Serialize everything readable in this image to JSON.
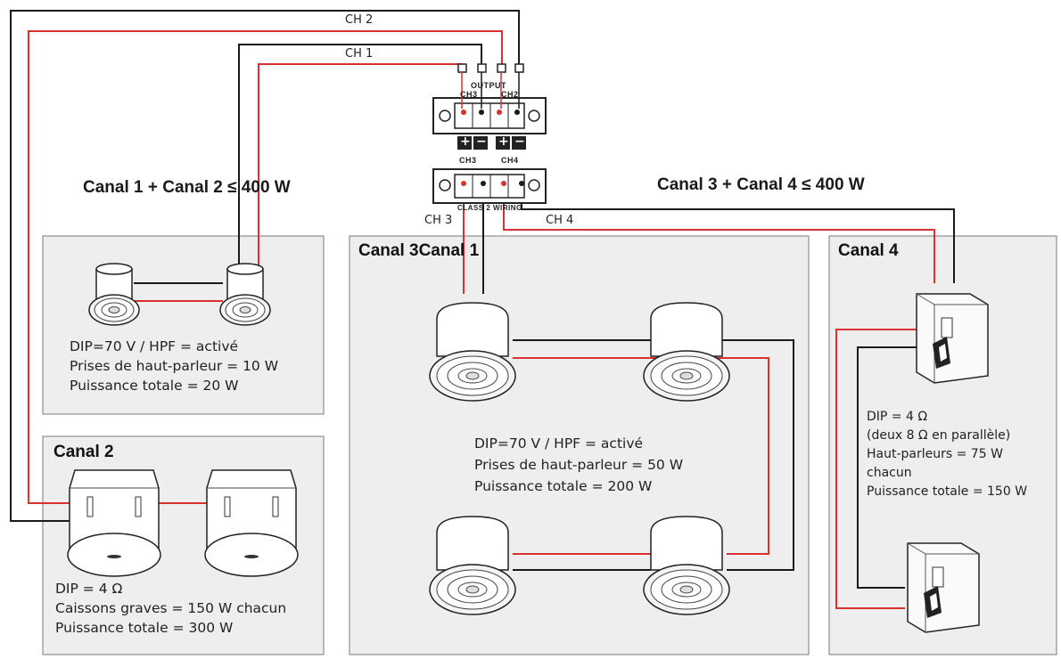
{
  "colors": {
    "wire_red": "#d9312f",
    "wire_black": "#1a1a1a",
    "zone_fill": "#eeeeee",
    "zone_border": "#7a7a7a"
  },
  "amp": {
    "output_label": "OUTPUT",
    "ch_top_left": "CH3",
    "ch_top_right": "CH2",
    "ch_bottom_left": "CH3",
    "ch_bottom_right": "CH4",
    "class_label": "CLASS 2 WIRING",
    "plus_symbol": "+",
    "minus_symbol": "−"
  },
  "wire_labels": {
    "ch1": "CH 1",
    "ch2": "CH 2",
    "ch3": "CH 3",
    "ch4": "CH 4"
  },
  "headings": {
    "left": "Canal 1 + Canal 2 ≤ 400 W",
    "right": "Canal 3 + Canal 4 ≤ 400 W"
  },
  "zones": {
    "canal1": {
      "title": "",
      "specs": [
        "DIP=70 V / HPF = activé",
        "Prises de haut-parleur = 10 W",
        "Puissance totale = 20 W"
      ]
    },
    "canal2": {
      "title": "Canal 2",
      "specs": [
        "DIP = 4 Ω",
        "Caissons graves = 150 W chacun",
        "Puissance totale = 300 W"
      ]
    },
    "canal3": {
      "title": "Canal 3Canal 1",
      "specs": [
        "DIP=70 V / HPF = activé",
        "Prises de haut-parleur = 50 W",
        "Puissance totale = 200 W"
      ]
    },
    "canal4": {
      "title": "Canal 4",
      "specs": [
        "DIP = 4 Ω",
        "(deux 8 Ω en parallèle)",
        "Haut-parleurs = 75 W",
        "chacun",
        "Puissance totale = 150 W"
      ]
    }
  }
}
